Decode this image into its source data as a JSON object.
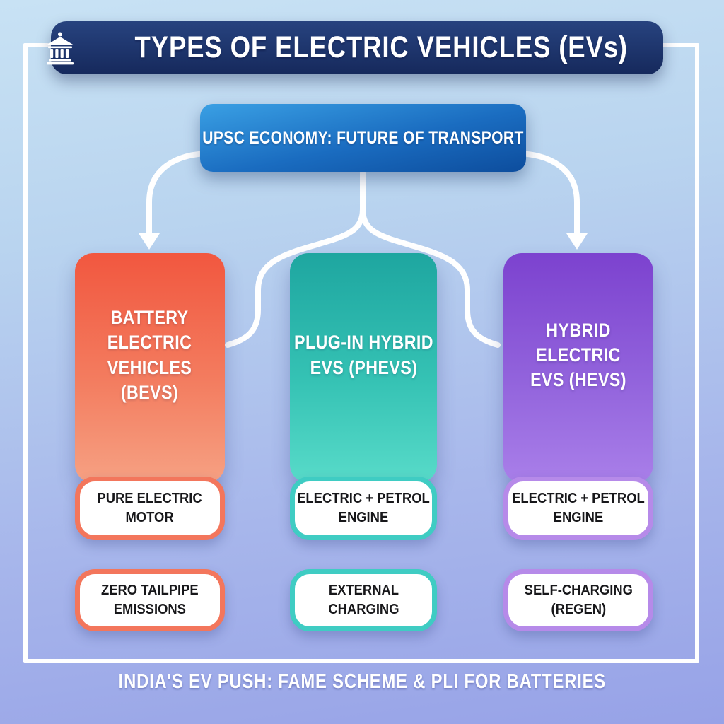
{
  "header": {
    "icon": "bank-icon",
    "title": "TYPES OF ELECTRIC VEHICLES (EVs)"
  },
  "topic_box": {
    "label": "UPSC ECONOMY: FUTURE OF TRANSPORT"
  },
  "categories": [
    {
      "id": "bev",
      "title": "BATTERY ELECTRIC VEHICLES (BEVS)",
      "title_lines": [
        "BATTERY",
        "ELECTRIC",
        "VEHICLES",
        "(BEVS)"
      ],
      "color": "#f25b45",
      "features": [
        {
          "label": "PURE ELECTRIC MOTOR",
          "lines": [
            "PURE ELECTRIC",
            "MOTOR"
          ]
        },
        {
          "label": "ZERO TAILPIPE EMISSIONS",
          "lines": [
            "ZERO TAILPIPE",
            "EMISSIONS"
          ]
        }
      ]
    },
    {
      "id": "phev",
      "title": "PLUG-IN HYBRID EVS (PHEVS)",
      "title_lines": [
        "PLUG-IN HYBRID",
        "EVS (PHEVS)"
      ],
      "color": "#2bb6ab",
      "features": [
        {
          "label": "ELECTRIC + PETROL ENGINE",
          "lines": [
            "ELECTRIC + PETROL",
            "ENGINE"
          ]
        },
        {
          "label": "EXTERNAL CHARGING",
          "lines": [
            "EXTERNAL",
            "CHARGING"
          ]
        }
      ]
    },
    {
      "id": "hev",
      "title": "HYBRID ELECTRIC EVS (HEVS)",
      "title_lines": [
        "HYBRID",
        "ELECTRIC",
        "EVS (HEVS)"
      ],
      "color": "#8a52d6",
      "features": [
        {
          "label": "ELECTRIC + PETROL ENGINE",
          "lines": [
            "ELECTRIC + PETROL",
            "ENGINE"
          ]
        },
        {
          "label": "SELF-CHARGING (REGEN)",
          "lines": [
            "SELF-CHARGING",
            "(REGEN)"
          ]
        }
      ]
    }
  ],
  "footer": {
    "caption": "INDIA'S EV PUSH: FAME SCHEME & PLI FOR BATTERIES"
  },
  "colors": {
    "background_top": "#c8e2f4",
    "background_bottom": "#97a2e7",
    "header_navy": "#1b2f66",
    "topic_blue": "#1a6cc0",
    "bev_orange": "#f25b45",
    "phev_teal": "#2bb6ab",
    "hev_purple": "#8a52d6",
    "pill_text": "#17171a",
    "connector": "#ffffff"
  }
}
